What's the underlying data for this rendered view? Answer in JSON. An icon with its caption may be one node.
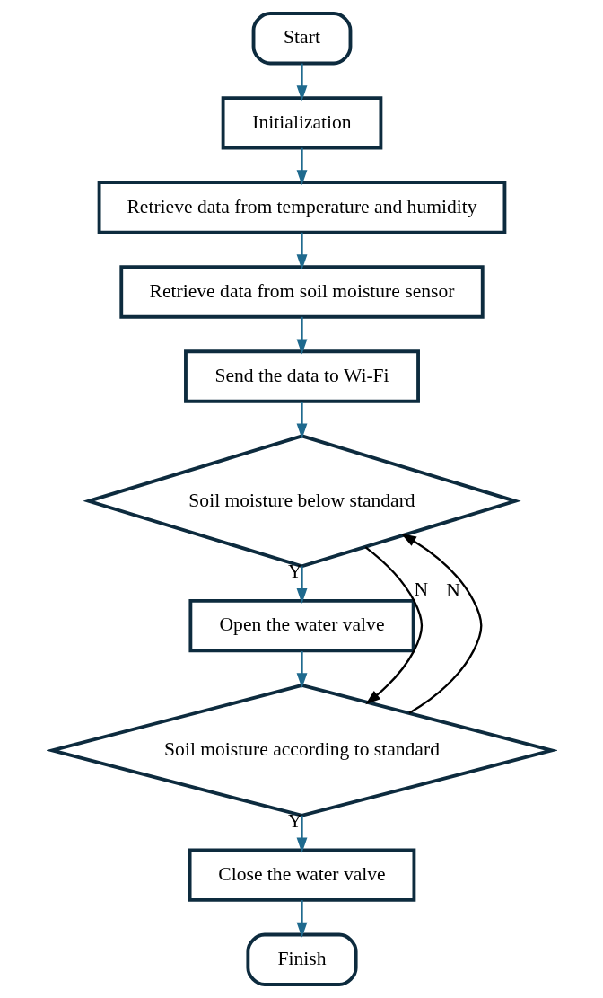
{
  "diagram": {
    "nodes": [
      {
        "text": [
          "Start"
        ]
      },
      {
        "text": [
          "Initialization"
        ]
      },
      {
        "text": [
          "Retrieve data from temperature and humidity"
        ]
      },
      {
        "text": [
          "Retrieve data from soil moisture sensor"
        ]
      },
      {
        "text": [
          "Send the data to Wi-Fi"
        ]
      },
      {
        "text": [
          "Soil moisture below standard"
        ]
      },
      {
        "text": [
          "Open the water valve"
        ]
      },
      {
        "text": [
          "Soil moisture according to standard"
        ]
      },
      {
        "text": [
          "Close the water valve"
        ]
      },
      {
        "text": [
          "Finish"
        ]
      }
    ],
    "edges": [
      {
        "from": 0,
        "to": 1,
        "arrow": "to"
      },
      {
        "from": 1,
        "to": 2,
        "arrow": "to"
      },
      {
        "from": 2,
        "to": 3,
        "arrow": "to"
      },
      {
        "from": 3,
        "to": 4,
        "arrow": "to"
      },
      {
        "from": 4,
        "to": 5,
        "arrow": "to"
      },
      {
        "from": 5,
        "to": 6,
        "arrow": "to",
        "label": "Y"
      },
      {
        "from": 6,
        "to": 7,
        "arrow": "to"
      },
      {
        "from": 5,
        "to": 7,
        "arrow": "to",
        "label": "N",
        "color": "#000000"
      },
      {
        "from": 7,
        "to": 5,
        "arrow": "to",
        "label": "N",
        "color": "#000000"
      },
      {
        "from": 7,
        "to": 8,
        "arrow": "to",
        "label": "Y"
      },
      {
        "from": 8,
        "to": 9,
        "arrow": "to"
      }
    ]
  }
}
